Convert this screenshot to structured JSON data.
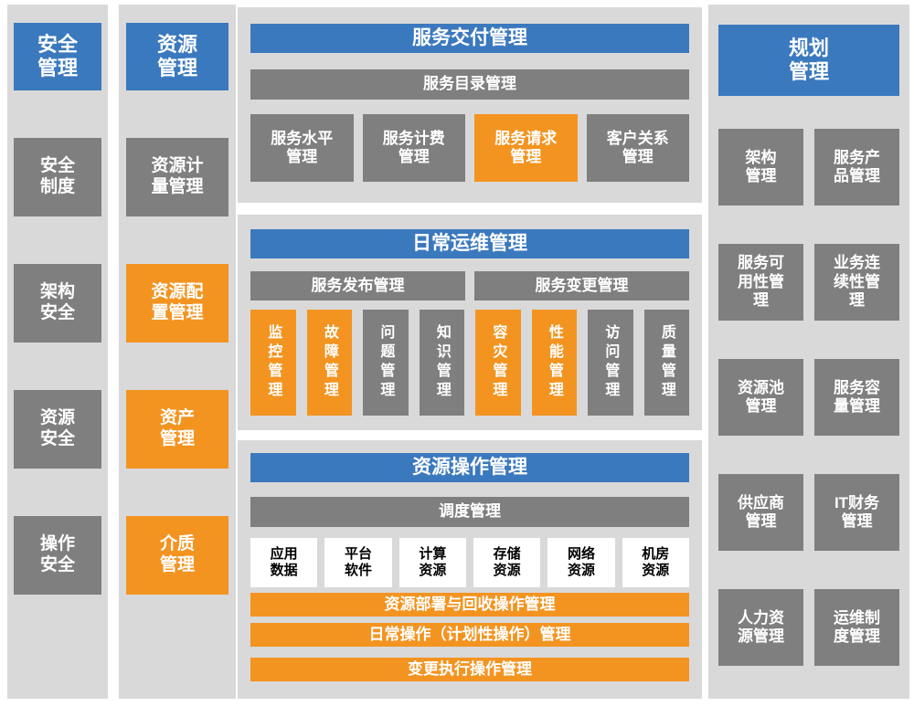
{
  "palette": {
    "blue": "#3B79BE",
    "gray": "#7F7F7F",
    "orange": "#F39421",
    "panel_bg": "#D9D9D9"
  },
  "security": {
    "header": "安全\n管理",
    "items": [
      "安全\n制度",
      "架构\n安全",
      "资源\n安全",
      "操作\n安全"
    ]
  },
  "resource": {
    "header": "资源\n管理",
    "items": [
      {
        "label": "资源计\n量管理",
        "highlight": false
      },
      {
        "label": "资源配\n置管理",
        "highlight": true
      },
      {
        "label": "资产\n管理",
        "highlight": true
      },
      {
        "label": "介质\n管理",
        "highlight": true
      }
    ]
  },
  "service_delivery": {
    "title": "服务交付管理",
    "catalog": "服务目录管理",
    "items": [
      {
        "label": "服务水平\n管理",
        "highlight": false
      },
      {
        "label": "服务计费\n管理",
        "highlight": false
      },
      {
        "label": "服务请求\n管理",
        "highlight": true
      },
      {
        "label": "客户关系\n管理",
        "highlight": false
      }
    ]
  },
  "daily_ops": {
    "title": "日常运维管理",
    "release": "服务发布管理",
    "change": "服务变更管理",
    "items": [
      {
        "label": "监控管理",
        "highlight": true
      },
      {
        "label": "故障管理",
        "highlight": true
      },
      {
        "label": "问题管理",
        "highlight": false
      },
      {
        "label": "知识管理",
        "highlight": false
      },
      {
        "label": "容灾管理",
        "highlight": true
      },
      {
        "label": "性能管理",
        "highlight": true
      },
      {
        "label": "访问管理",
        "highlight": false
      },
      {
        "label": "质量管理",
        "highlight": false
      }
    ]
  },
  "resource_ops": {
    "title": "资源操作管理",
    "scheduling": "调度管理",
    "resources": [
      "应用\n数据",
      "平台\n软件",
      "计算\n资源",
      "存储\n资源",
      "网络\n资源",
      "机房\n资源"
    ],
    "bars": [
      "资源部署与回收操作管理",
      "日常操作（计划性操作）管理",
      "变更执行操作管理"
    ]
  },
  "planning": {
    "header": "规划\n管理",
    "items": [
      "架构\n管理",
      "服务产\n品管理",
      "服务可\n用性管\n理",
      "业务连\n续性管\n理",
      "资源池\n管理",
      "服务容\n量管理",
      "供应商\n管理",
      "IT财务\n管理",
      "人力资\n源管理",
      "运维制\n度管理"
    ]
  }
}
